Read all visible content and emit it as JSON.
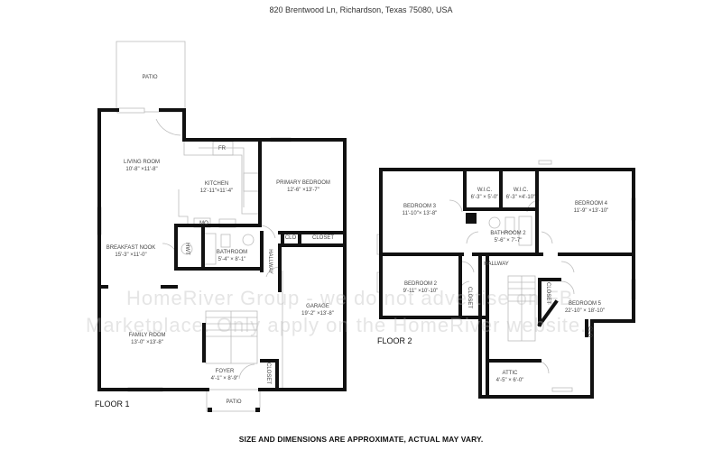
{
  "header": {
    "address": "820 Brentwood Ln, Richardson, Texas 75080, USA"
  },
  "footer": {
    "disclaimer": "SIZE AND DIMENSIONS ARE APPROXIMATE, ACTUAL MAY VARY."
  },
  "watermark": {
    "line1": "HomeRiver Group - we do not advertise on FB",
    "line2": "Marketplace. Only apply on the HomeRiver website."
  },
  "floor1": {
    "label": "FLOOR 1",
    "rooms": {
      "patio_top": {
        "name": "PATIO"
      },
      "living_room": {
        "name": "LIVING ROOM",
        "dims": "10'-8\" ×11'-8\""
      },
      "kitchen": {
        "name": "KITCHEN",
        "dims": "12'-11\"×11'-4\""
      },
      "fridge": {
        "name": "FR"
      },
      "microwave": {
        "name": "MO"
      },
      "primary_bedroom": {
        "name": "PRIMARY BEDROOM",
        "dims": "12'-6\" ×13'-7\""
      },
      "clo": {
        "name": "CLO"
      },
      "closet_primary": {
        "name": "CLOSET"
      },
      "breakfast_nook": {
        "name": "BREAKFAST NOOK",
        "dims": "15'-3\" ×11'-0\""
      },
      "hwt": {
        "name": "HWT"
      },
      "bathroom": {
        "name": "BATHROOM",
        "dims": "5'-4\" × 8'-1\""
      },
      "hallway": {
        "name": "HALLWAY"
      },
      "garage": {
        "name": "GARAGE",
        "dims": "19'-2\" ×13'-8\""
      },
      "family_room": {
        "name": "FAMILY ROOM",
        "dims": "13'-0\" ×13'-8\""
      },
      "foyer": {
        "name": "FOYER",
        "dims": "4'-1\" × 8'-9\""
      },
      "closet_foyer": {
        "name": "CLOSET"
      },
      "patio_bottom": {
        "name": "PATIO"
      }
    }
  },
  "floor2": {
    "label": "FLOOR 2",
    "rooms": {
      "bedroom3": {
        "name": "BEDROOM 3",
        "dims": "11'-10\"× 13'-8\""
      },
      "wic1": {
        "name": "W.I.C.",
        "dims": "6'-3\" × 5'-0\""
      },
      "wic2": {
        "name": "W.I.C.",
        "dims": "6'-3\" ×4'-10\""
      },
      "bedroom4": {
        "name": "BEDROOM 4",
        "dims": "11'-9\" ×13'-10\""
      },
      "bathroom2": {
        "name": "BATHROOM 2",
        "dims": "5'-6\" × 7'-7\""
      },
      "hallway": {
        "name": "HALLWAY"
      },
      "bedroom2": {
        "name": "BEDROOM 2",
        "dims": "9'-11\" ×10'-10\""
      },
      "closet_b2": {
        "name": "CLOSET"
      },
      "closet_b5": {
        "name": "CLOSET"
      },
      "bedroom5": {
        "name": "BEDROOM 5",
        "dims": "22'-10\" × 18'-10\""
      },
      "clo": {
        "name": "CLO"
      },
      "attic": {
        "name": "ATTIC",
        "dims": "4'-5\" × 6'-0\""
      }
    }
  }
}
